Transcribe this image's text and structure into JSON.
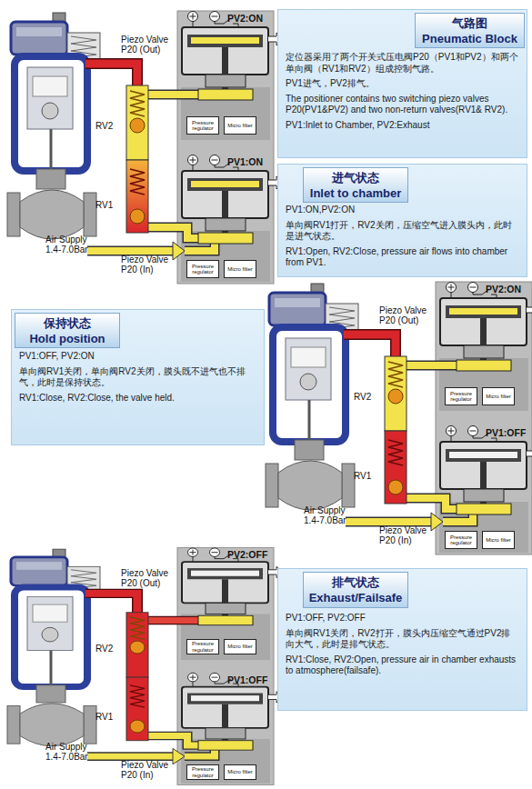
{
  "diagram": {
    "nodes": [
      {
        "text": [
          "定位器采用了两个开关式压电阀P20（PV1和PV2）和两个单向阀（RV1和RV2）组成控制气路。",
          "PV1进气，PV2排气。",
          "The positioner contains two switching piezo valves P20(PV1&PV2) and two non-return valves(RV1& RV2).",
          "PV1:Inlet to Chamber, PV2:Exhaust"
        ]
      },
      {
        "text": [
          "气路图",
          "Pneumatic Block"
        ],
        "in": 0
      },
      {
        "text": [
          "Pressure regulator"
        ]
      },
      {
        "text": [
          "Micro filter"
        ]
      },
      {
        "text": [
          "PV1:ON,PV2:ON",
          "单向阀RV1打开，RV2关闭，压缩空气进入膜头内，此时是进气状态。",
          "RV1:Open, RV2:Close, pressure air flows into chamber from PV1."
        ]
      },
      {
        "text": [
          "进气状态",
          "Inlet to chamber"
        ],
        "in": 4
      },
      {
        "text": [
          "Pressure regulator"
        ]
      },
      {
        "text": [
          "Micro filter"
        ]
      },
      {
        "text": [
          "PV1:OFF, PV2:ON",
          "单向阀RV1关闭，单向阀RV2关闭，膜头既不进气也不排气，此时是保持状态。",
          "RV1:Close, RV2:Close, the valve held."
        ]
      },
      {
        "text": [
          "保持状态",
          "Hold position"
        ],
        "in": 8
      },
      {
        "text": [
          "Pressure regulator"
        ]
      },
      {
        "text": [
          "Micro filter"
        ]
      },
      {
        "text": [
          "Pressure regulator"
        ]
      },
      {
        "text": [
          "Micro filter"
        ]
      },
      {
        "text": [
          "Pressure regulator"
        ]
      },
      {
        "text": [
          "Micro filter"
        ]
      },
      {
        "text": [
          "PV1:OFF, PV2:OFF",
          "单向阀RV1关闭，RV2打开，膜头内压缩空气通过PV2排向大气，此时是排气状态。",
          "RV1:Close, RV2:Open, pressure air in chamber exhausts to atmosphere(failsafe)."
        ]
      },
      {
        "text": [
          "排气状态",
          "Exhaust/Failsafe"
        ],
        "in": 16
      },
      {
        "text": [
          "Pressure regulator"
        ]
      },
      {
        "text": [
          "Micro filter"
        ]
      }
    ],
    "labels": [
      "PV2:ON",
      "Piezo Valve P20 (Out)",
      "RV2",
      "PV1:ON",
      "RV1",
      "Air Supply 1.4-7.0Bar",
      "Piezo Valve P20 (In)",
      "PV2:ON",
      "Piezo Valve P20 (Out)",
      "RV2",
      "PV1:OFF",
      "RV1",
      "Air Supply 1.4-7.0Bar",
      "Piezo Valve P20 (In)",
      "PV2:OFF",
      "Piezo Valve P20 (Out)",
      "RV2",
      "PV1:OFF",
      "RV1",
      "Air Supply 1.4-7.0Bar",
      "Piezo Valve P20 (In)"
    ]
  }
}
